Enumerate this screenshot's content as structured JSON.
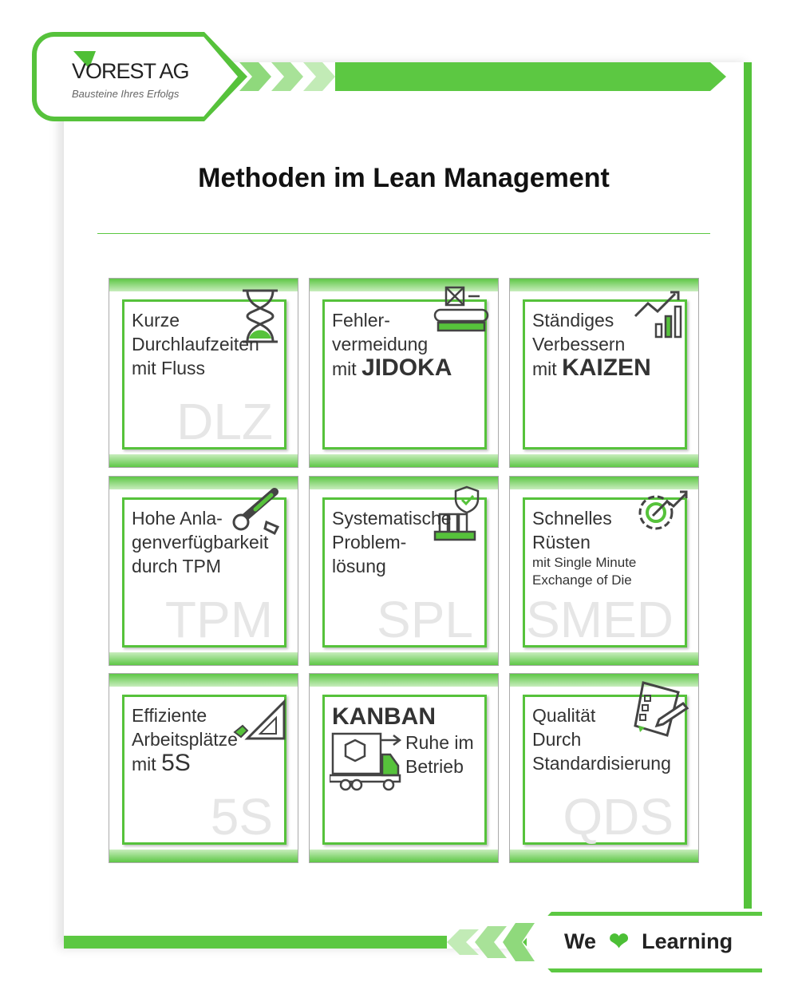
{
  "brand": {
    "name": "VOREST AG",
    "tagline": "Bausteine Ihres Erfolgs",
    "accent": "#56c23b"
  },
  "title": "Methoden im Lean Management",
  "tiles": [
    {
      "watermark": "DLZ",
      "icon": "hourglass-icon",
      "lines": [
        {
          "text": "Kurze"
        },
        {
          "text": "Durchlaufzeiten"
        },
        {
          "text": "mit Fluss"
        }
      ]
    },
    {
      "watermark": "",
      "icon": "conveyor-icon",
      "lines": [
        {
          "text": "Fehler-"
        },
        {
          "text": "vermeidung"
        },
        {
          "text": "mit ",
          "strong": "JIDOKA"
        }
      ]
    },
    {
      "watermark": "",
      "icon": "growth-chart-icon",
      "lines": [
        {
          "text": "Ständiges"
        },
        {
          "text": "Verbessern"
        },
        {
          "text": "mit ",
          "strong": "KAIZEN"
        }
      ]
    },
    {
      "watermark": "TPM",
      "icon": "wrench-icon",
      "lines": [
        {
          "text": "Hohe Anla-"
        },
        {
          "text": "genverfügbarkeit"
        },
        {
          "text": "durch TPM"
        }
      ]
    },
    {
      "watermark": "SPL",
      "icon": "shield-binders-icon",
      "lines": [
        {
          "text": "Systematische"
        },
        {
          "text": "Problem-"
        },
        {
          "text": "lösung"
        }
      ]
    },
    {
      "watermark": "SMED",
      "icon": "gear-arrow-icon",
      "lines": [
        {
          "text": "Schnelles"
        },
        {
          "text": "Rüsten"
        },
        {
          "text": "mit Single Minute",
          "small": true
        },
        {
          "text": "Exchange of Die",
          "small": true
        }
      ]
    },
    {
      "watermark": "5S",
      "icon": "ruler-triangle-icon",
      "lines": [
        {
          "text": "Effiziente"
        },
        {
          "text": "Arbeitsplätze"
        },
        {
          "text": "mit ",
          "strong": "5S"
        }
      ]
    },
    {
      "watermark": "",
      "icon": "truck-box-icon",
      "lines": [
        {
          "text": "KANBAN",
          "emph": true
        },
        {
          "text": "Ruhe im"
        },
        {
          "text": "Betrieb"
        }
      ]
    },
    {
      "watermark": "QDS",
      "icon": "checklist-pen-icon",
      "lines": [
        {
          "text": "Qualität"
        },
        {
          "text": "Durch"
        },
        {
          "text": "Standardisierung"
        }
      ]
    }
  ],
  "footer": {
    "left": "We",
    "icon": "heart-icon",
    "right": "Learning"
  }
}
